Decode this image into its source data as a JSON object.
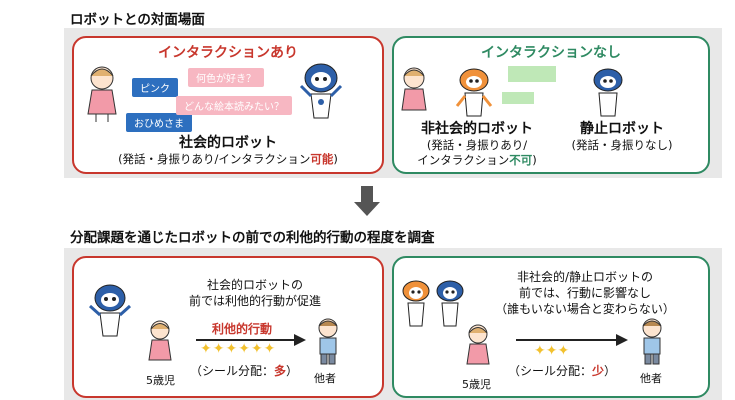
{
  "section1": {
    "title": "ロボットとの対面場面",
    "left": {
      "title": "インタラクションあり",
      "bubbles_robot": [
        "何色が好き？",
        "どんな絵本読みたい？"
      ],
      "bubbles_child": [
        "ピンク",
        "おひめさま"
      ],
      "label": "社会的ロボット",
      "sub_prefix": "(発話・身振りあり/インタラクション",
      "sub_emph": "可能",
      "sub_suffix": ")"
    },
    "right": {
      "title": "インタラクションなし",
      "label_a": "非社会的ロボット",
      "sub_a1": "(発話・身振りあり/",
      "sub_a2_prefix": "インタラクション",
      "sub_a2_emph": "不可",
      "sub_a2_suffix": ")",
      "label_b": "静止ロボット",
      "sub_b": "(発話・身振りなし)"
    }
  },
  "section2": {
    "title": "分配課題を通じたロボットの前での利他的行動の程度を調査",
    "left": {
      "line1": "社会的ロボットの",
      "line2": "前では利他的行動が促進",
      "arrow_label": "利他的行動",
      "child": "5歳児",
      "other": "他者",
      "sticker_prefix": "（シール分配：",
      "sticker_emph": "多",
      "sticker_suffix": "）"
    },
    "right": {
      "line1": "非社会的/静止ロボットの",
      "line2": "前では、行動に影響なし",
      "line3": "（誰もいない場合と変わらない）",
      "child": "5歳児",
      "other": "他者",
      "sticker_prefix": "（シール分配：",
      "sticker_emph": "少",
      "sticker_suffix": "）"
    }
  },
  "colors": {
    "red": "#c8372d",
    "green": "#2f8a62",
    "blue_bubble": "#2d6fbf",
    "pink_bubble": "#f7b7c2",
    "arrow": "#555555"
  }
}
